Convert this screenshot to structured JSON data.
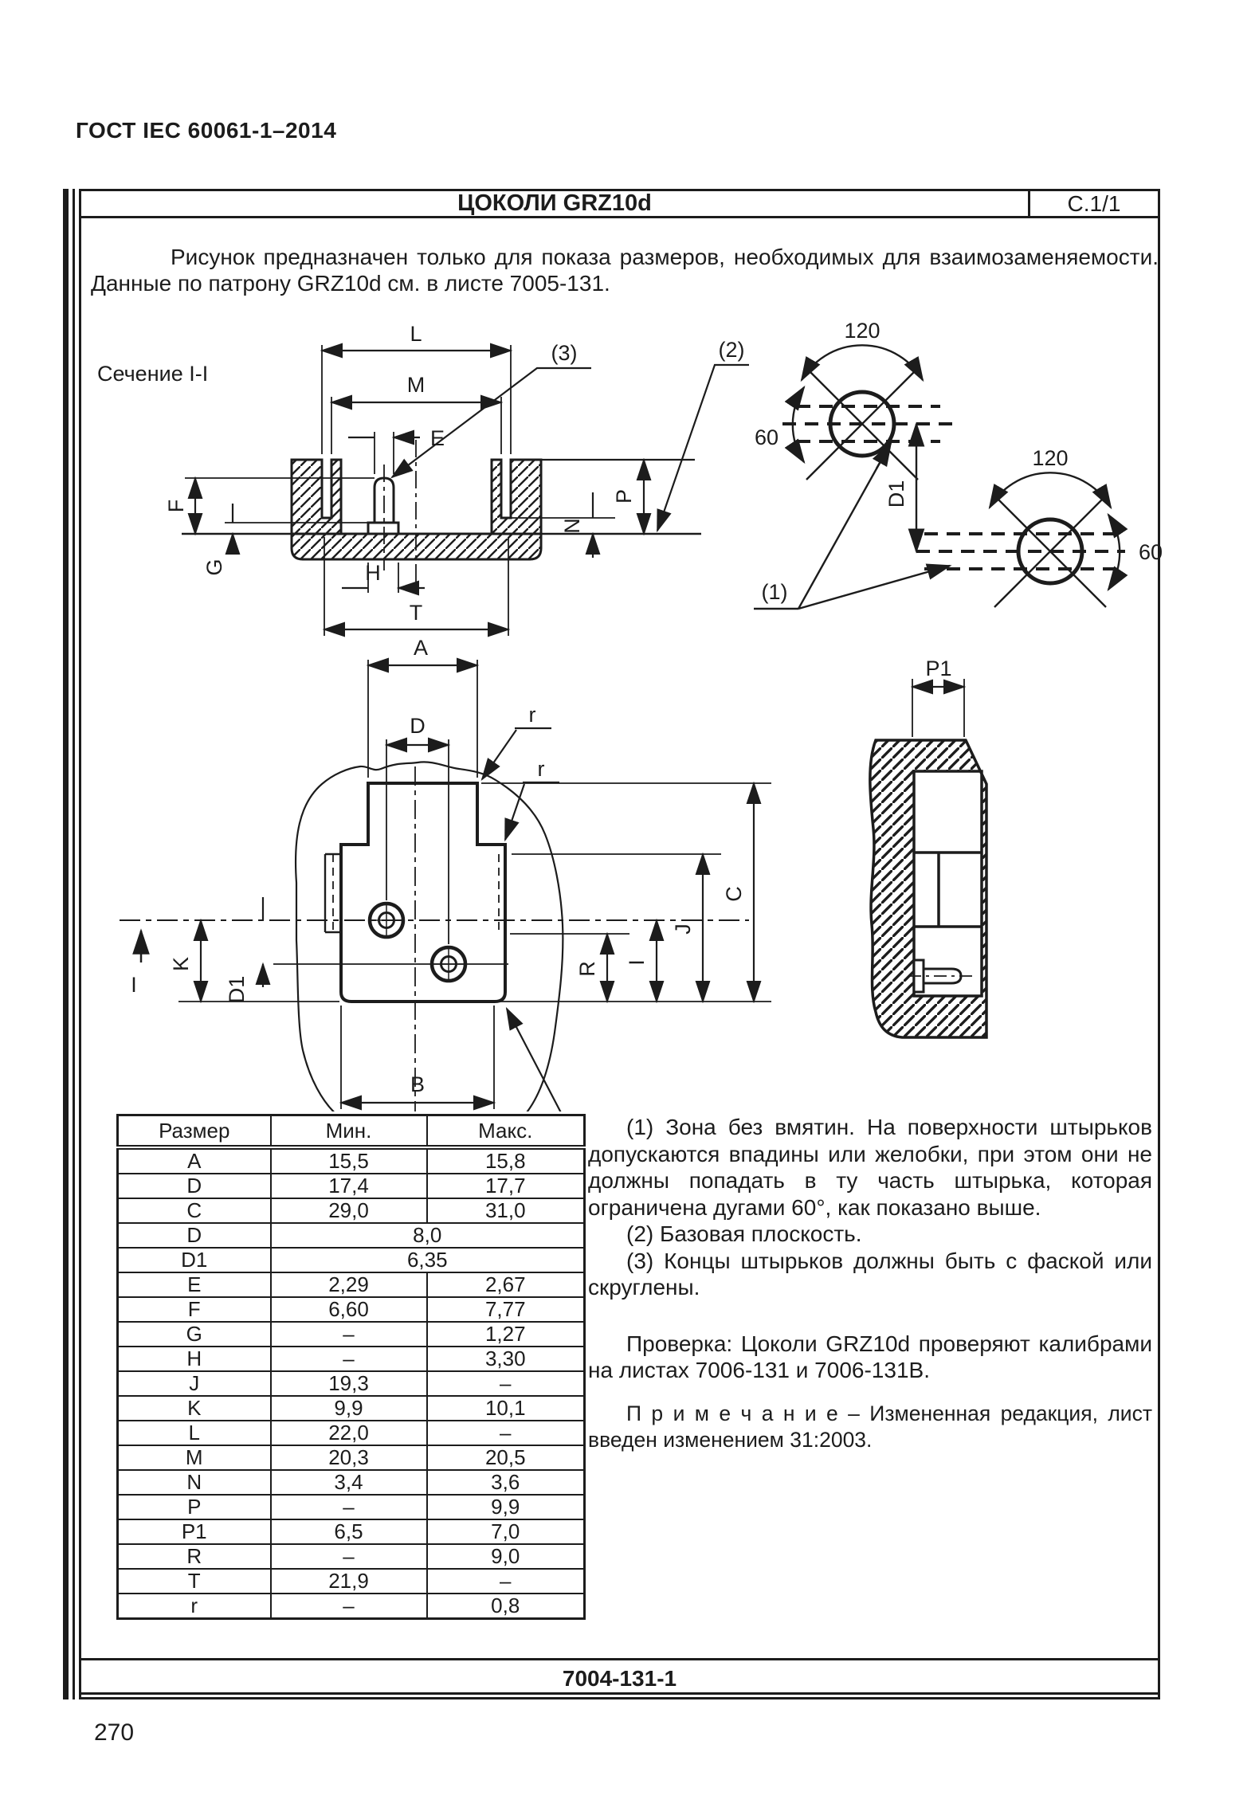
{
  "header": {
    "standard": "ГОСТ IEC 60061-1–2014",
    "page_number": "270"
  },
  "sheet": {
    "title": "ЦОКОЛИ GRZ10d",
    "ref": "С.1/1",
    "intro_line1": "Рисунок предназначен только для показа размеров, необходимых для взаимозаменяемости.",
    "intro_line2": "Данные по патрону GRZ10d см. в листе 7005-131.",
    "footer_code": "7004-131-1"
  },
  "drawing": {
    "section_label": "Сечение I-I",
    "labels": {
      "L": "L",
      "M": "M",
      "E": "E",
      "F": "F",
      "G": "G",
      "H": "H",
      "T": "T",
      "N": "N",
      "P": "P",
      "A": "A",
      "D": "D",
      "B": "B",
      "C": "C",
      "J": "J",
      "K": "K",
      "I": "I",
      "D1": "D1",
      "R": "R",
      "r": "r",
      "P1": "P1",
      "deg120": "120",
      "deg60": "60",
      "c1": "(1)",
      "c2": "(2)",
      "c3": "(3)"
    }
  },
  "table": {
    "headers": {
      "size": "Размер",
      "min": "Мин.",
      "max": "Макс."
    },
    "rows": [
      {
        "name": "A",
        "min": "15,5",
        "max": "15,8"
      },
      {
        "name": "D",
        "min": "17,4",
        "max": "17,7"
      },
      {
        "name": "C",
        "min": "29,0",
        "max": "31,0"
      },
      {
        "name": "D",
        "value": "8,0",
        "span": true
      },
      {
        "name": "D1",
        "value": "6,35",
        "span": true
      },
      {
        "name": "E",
        "min": "2,29",
        "max": "2,67"
      },
      {
        "name": "F",
        "min": "6,60",
        "max": "7,77"
      },
      {
        "name": "G",
        "min": "–",
        "max": "1,27"
      },
      {
        "name": "H",
        "min": "–",
        "max": "3,30"
      },
      {
        "name": "J",
        "min": "19,3",
        "max": "–"
      },
      {
        "name": "K",
        "min": "9,9",
        "max": "10,1"
      },
      {
        "name": "L",
        "min": "22,0",
        "max": "–"
      },
      {
        "name": "M",
        "min": "20,3",
        "max": "20,5"
      },
      {
        "name": "N",
        "min": "3,4",
        "max": "3,6"
      },
      {
        "name": "P",
        "min": "–",
        "max": "9,9"
      },
      {
        "name": "P1",
        "min": "6,5",
        "max": "7,0"
      },
      {
        "name": "R",
        "min": "–",
        "max": "9,0"
      },
      {
        "name": "T",
        "min": "21,9",
        "max": "–"
      },
      {
        "name": "r",
        "min": "–",
        "max": "0,8"
      }
    ]
  },
  "notes": {
    "n1": "(1) Зона без вмятин. На поверхности штырьков допускаются впадины или желобки, при этом они не должны попадать в ту часть штырька, которая ограничена дугами 60°, как показано выше.",
    "n2": "(2) Базовая плоскость.",
    "n3": "(3) Концы штырьков должны быть с фаской или скруглены.",
    "check": "Проверка: Цоколи GRZ10d проверяют калибрами на листах 7006-131 и 7006-131В.",
    "editorial": "П р и м е ч а н и е  – Измененная редакция, лист введен изменением 31:2003."
  }
}
